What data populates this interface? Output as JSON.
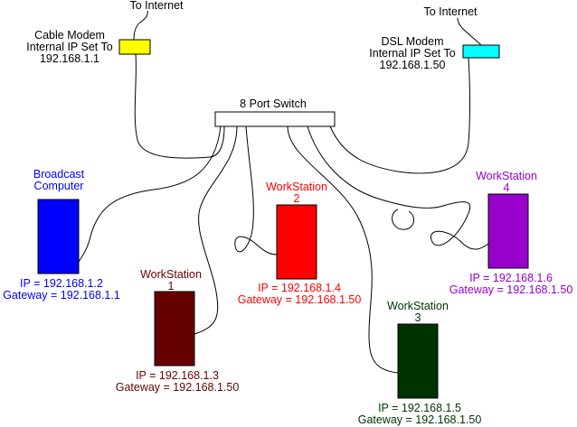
{
  "colors": {
    "line": "#000000",
    "cable_modem": "#ffff00",
    "dsl_modem": "#00ffff",
    "broadcast": "#0000ff",
    "workstation1": "#660000",
    "workstation2": "#ff0000",
    "workstation3": "#003300",
    "workstation4": "#9900cc",
    "switch": "#ffffff"
  },
  "cable_modem": {
    "internet_label": "To Internet",
    "line1": "Cable Modem",
    "line2": "Internal IP Set To",
    "line3": "192.168.1.1"
  },
  "dsl_modem": {
    "internet_label": "To Internet",
    "line1": "DSL Modem",
    "line2": "Internal IP Set To",
    "line3": "192.168.1.50"
  },
  "switch": {
    "label": "8 Port Switch"
  },
  "broadcast": {
    "name_line1": "Broadcast",
    "name_line2": "Computer",
    "ip": "IP = 192.168.1.2",
    "gateway": "Gateway = 192.168.1.1"
  },
  "workstation1": {
    "name": "WorkStation",
    "number": "1",
    "ip": "IP = 192.168.1.3",
    "gateway": "Gateway = 192.168.1.50"
  },
  "workstation2": {
    "name": "WorkStation",
    "number": "2",
    "ip": "IP = 192.168.1.4",
    "gateway": "Gateway = 192.168.1.50"
  },
  "workstation3": {
    "name": "WorkStation",
    "number": "3",
    "ip": "IP = 192.168.1.5",
    "gateway": "Gateway = 192.168.1.50"
  },
  "workstation4": {
    "name": "WorkStation",
    "number": "4",
    "ip": "IP = 192.168.1.6",
    "gateway": "Gateway = 192.168.1.50"
  }
}
